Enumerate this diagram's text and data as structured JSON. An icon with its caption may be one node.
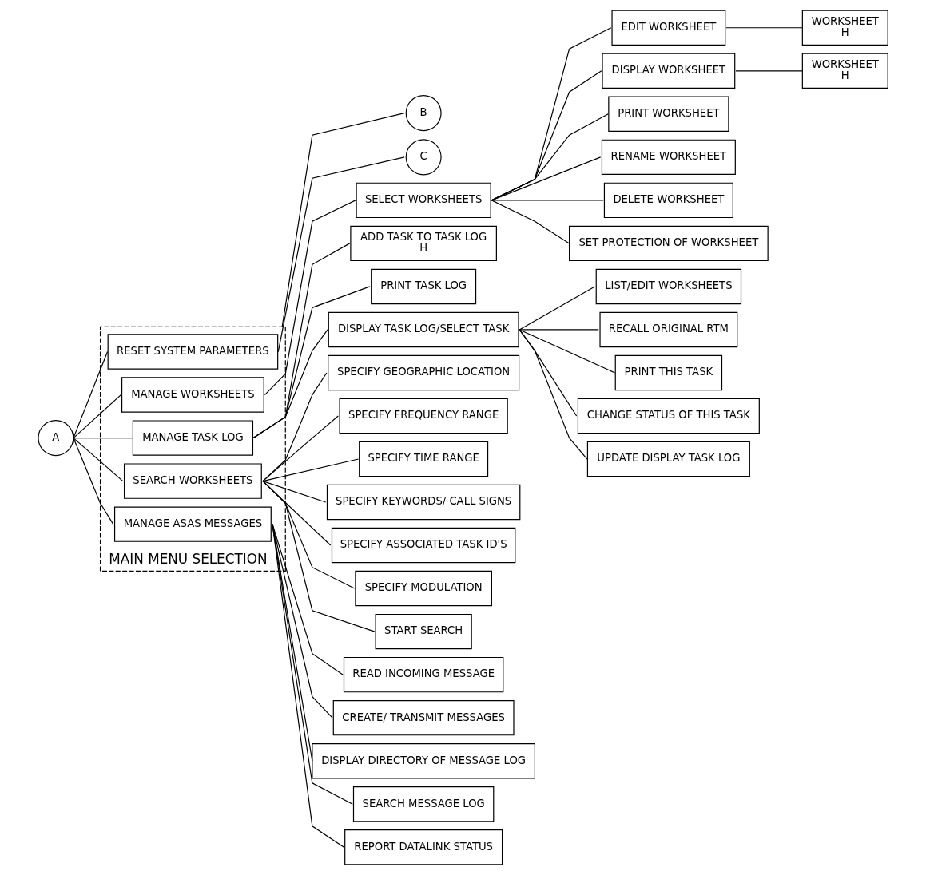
{
  "diagram": {
    "nodes": [
      {
        "text": [
          "A"
        ]
      },
      {
        "text": [
          "MAIN MENU SELECTION"
        ]
      },
      {
        "text": [
          "RESET SYSTEM PARAMETERS"
        ],
        "in": 1
      },
      {
        "text": [
          "MANAGE WORKSHEETS"
        ],
        "in": 1
      },
      {
        "text": [
          "MANAGE TASK LOG"
        ],
        "in": 1
      },
      {
        "text": [
          "SEARCH WORKSHEETS"
        ],
        "in": 1
      },
      {
        "text": [
          "MANAGE ASAS MESSAGES"
        ],
        "in": 1
      },
      {
        "text": [
          "B"
        ]
      },
      {
        "text": [
          "SELECT WORKSHEETS"
        ]
      },
      {
        "text": [
          "EDIT WORKSHEET"
        ]
      },
      {
        "text": [
          "WORKSHEET",
          "H"
        ]
      },
      {
        "text": [
          "DISPLAY WORKSHEET"
        ]
      },
      {
        "text": [
          "WORKSHEET",
          "H"
        ]
      },
      {
        "text": [
          "PRINT WORKSHEET"
        ]
      },
      {
        "text": [
          "RENAME WORKSHEET"
        ]
      },
      {
        "text": [
          "DELETE WORKSHEET"
        ]
      },
      {
        "text": [
          "SET PROTECTION OF WORKSHEET"
        ]
      },
      {
        "text": [
          "ADD TASK TO TASK LOG",
          "H"
        ]
      },
      {
        "text": [
          "PRINT TASK LOG"
        ]
      },
      {
        "text": [
          "DISPLAY TASK LOG/SELECT TASK"
        ]
      },
      {
        "text": [
          "LIST/EDIT WORKSHEETS"
        ]
      },
      {
        "text": [
          "RECALL ORIGINAL RTM"
        ]
      },
      {
        "text": [
          "PRINT THIS TASK"
        ]
      },
      {
        "text": [
          "CHANGE STATUS OF THIS TASK"
        ]
      },
      {
        "text": [
          "UPDATE DISPLAY TASK LOG"
        ]
      },
      {
        "text": [
          "SPECIFY GEOGRAPHIC LOCATION"
        ]
      },
      {
        "text": [
          "SPECIFY FREQUENCY RANGE"
        ]
      },
      {
        "text": [
          "SPECIFY TIME RANGE"
        ]
      },
      {
        "text": [
          "SPECIFY KEYWORDS/ CALL SIGNS"
        ]
      },
      {
        "text": [
          "SPECIFY ASSOCIATED TASK ID'S"
        ]
      },
      {
        "text": [
          "SPECIFY MODULATION"
        ]
      },
      {
        "text": [
          "START SEARCH"
        ]
      },
      {
        "text": [
          "READ INCOMING MESSAGE"
        ]
      },
      {
        "text": [
          "CREATE/ TRANSMIT MESSAGES"
        ]
      },
      {
        "text": [
          "DISPLAY DIRECTORY OF MESSAGE LOG"
        ]
      },
      {
        "text": [
          "SEARCH MESSAGE LOG"
        ]
      },
      {
        "text": [
          "REPORT DATALINK STATUS"
        ]
      },
      {
        "text": [
          "C"
        ]
      }
    ],
    "edges": [
      {
        "from": 0,
        "to": 2,
        "arrow": "none"
      },
      {
        "from": 0,
        "to": 3,
        "arrow": "none"
      },
      {
        "from": 0,
        "to": 4,
        "arrow": "none"
      },
      {
        "from": 0,
        "to": 5,
        "arrow": "none"
      },
      {
        "from": 0,
        "to": 6,
        "arrow": "none"
      },
      {
        "from": 1,
        "to": 7,
        "arrow": "none"
      },
      {
        "from": 2,
        "to": 37,
        "arrow": "none"
      },
      {
        "from": 3,
        "to": 8,
        "arrow": "none"
      },
      {
        "from": 8,
        "to": 9,
        "arrow": "none"
      },
      {
        "from": 9,
        "to": 10,
        "arrow": "none"
      },
      {
        "from": 8,
        "to": 11,
        "arrow": "none"
      },
      {
        "from": 11,
        "to": 12,
        "arrow": "none"
      },
      {
        "from": 8,
        "to": 13,
        "arrow": "none"
      },
      {
        "from": 8,
        "to": 14,
        "arrow": "none"
      },
      {
        "from": 8,
        "to": 15,
        "arrow": "none"
      },
      {
        "from": 8,
        "to": 16,
        "arrow": "none"
      },
      {
        "from": 4,
        "to": 17,
        "arrow": "none"
      },
      {
        "from": 4,
        "to": 18,
        "arrow": "none"
      },
      {
        "from": 4,
        "to": 19,
        "arrow": "none"
      },
      {
        "from": 19,
        "to": 20,
        "arrow": "none"
      },
      {
        "from": 19,
        "to": 21,
        "arrow": "none"
      },
      {
        "from": 19,
        "to": 22,
        "arrow": "none"
      },
      {
        "from": 19,
        "to": 23,
        "arrow": "none"
      },
      {
        "from": 19,
        "to": 24,
        "arrow": "none"
      },
      {
        "from": 5,
        "to": 25,
        "arrow": "none"
      },
      {
        "from": 5,
        "to": 26,
        "arrow": "none"
      },
      {
        "from": 5,
        "to": 27,
        "arrow": "none"
      },
      {
        "from": 5,
        "to": 28,
        "arrow": "none"
      },
      {
        "from": 5,
        "to": 29,
        "arrow": "none"
      },
      {
        "from": 5,
        "to": 30,
        "arrow": "none"
      },
      {
        "from": 5,
        "to": 31,
        "arrow": "none"
      },
      {
        "from": 6,
        "to": 32,
        "arrow": "none"
      },
      {
        "from": 6,
        "to": 33,
        "arrow": "none"
      },
      {
        "from": 6,
        "to": 34,
        "arrow": "none"
      },
      {
        "from": 6,
        "to": 35,
        "arrow": "none"
      },
      {
        "from": 6,
        "to": 36,
        "arrow": "none"
      }
    ]
  }
}
